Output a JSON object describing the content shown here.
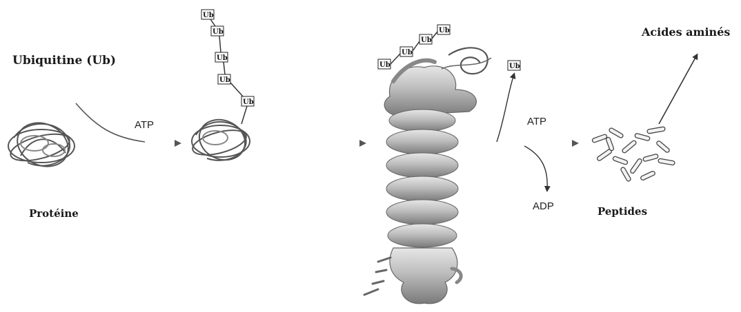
{
  "labels": {
    "ubiquitin": "Ubiquitine (Ub)",
    "protein": "Protéine",
    "peptides": "Peptides",
    "amino_acids": "Acides aminés",
    "atp_1": "ATP",
    "atp_2": "ATP",
    "adp": "ADP",
    "ub_tag": "Ub"
  },
  "colors": {
    "arrow": "#6f6f6f",
    "proteasome_fill": "#bdbdbd",
    "proteasome_shadow": "#7a7a7a",
    "text": "#1a1a1a"
  }
}
